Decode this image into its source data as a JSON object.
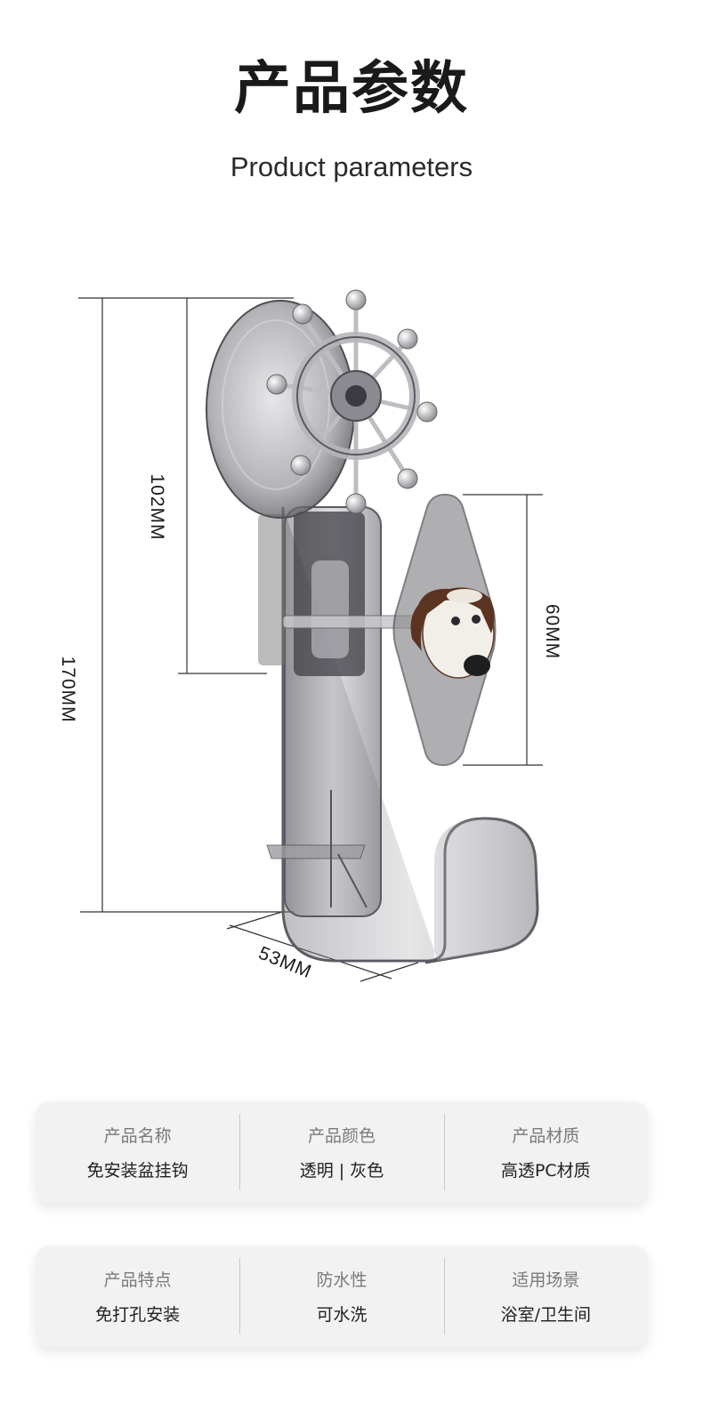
{
  "header": {
    "title": "产品参数",
    "subtitle": "Product parameters"
  },
  "dimensions": {
    "height_total": "170MM",
    "height_upper": "102MM",
    "clip_height": "60MM",
    "depth": "53MM"
  },
  "colors": {
    "product_tint": "#8e8e92",
    "outline": "#555558",
    "dimension_line": "#333333",
    "card_background": "#f2f2f2",
    "label_text": "#7a7a7a"
  },
  "spec_cards": [
    {
      "items": [
        {
          "label": "产品名称",
          "value": "免安装盆挂钩"
        },
        {
          "label": "产品颜色",
          "value": "透明 | 灰色"
        },
        {
          "label": "产品材质",
          "value": "高透PC材质"
        }
      ]
    },
    {
      "items": [
        {
          "label": "产品特点",
          "value": "免打孔安装"
        },
        {
          "label": "防水性",
          "value": "可水洗"
        },
        {
          "label": "适用场景",
          "value": "浴室/卫生间"
        }
      ]
    }
  ]
}
